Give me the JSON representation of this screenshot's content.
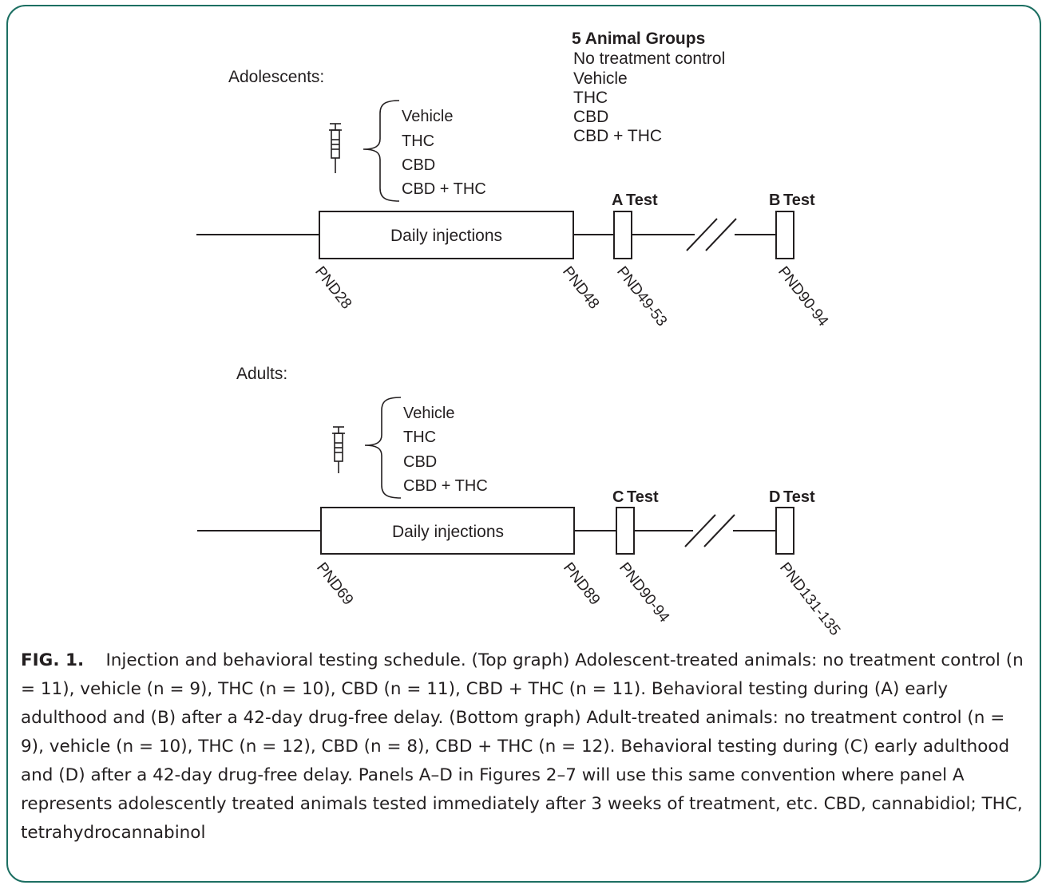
{
  "groups_box": {
    "title": "5 Animal Groups",
    "items": [
      "No treatment control",
      "Vehicle",
      "THC",
      "CBD",
      "CBD + THC"
    ]
  },
  "adolescents": {
    "heading": "Adolescents:",
    "treatments": [
      "Vehicle",
      "THC",
      "CBD",
      "CBD + THC"
    ],
    "bar_label": "Daily injections",
    "test_letters": [
      "A",
      "B"
    ],
    "test_label": "Test",
    "pnd_labels": [
      "PND28",
      "PND48",
      "PND49-53",
      "PND90-94"
    ]
  },
  "adults": {
    "heading": "Adults:",
    "treatments": [
      "Vehicle",
      "THC",
      "CBD",
      "CBD + THC"
    ],
    "bar_label": "Daily injections",
    "test_letters": [
      "C",
      "D"
    ],
    "test_label": "Test",
    "pnd_labels": [
      "PND69",
      "PND89",
      "PND90-94",
      "PND131-135"
    ]
  },
  "caption": {
    "fig_label": "FIG. 1.",
    "title": "Injection and behavioral testing schedule.",
    "top_graph": "(Top graph) Adolescent-treated animals: no treatment control (n = 11), vehicle (n = 9), THC (n = 10), CBD (n = 11), CBD + THC (n = 11). Behavioral testing during (A) early adulthood and (B) after a 42-day drug-free delay.",
    "bottom_graph": "(Bottom graph) Adult-treated animals: no treatment control (n = 9), vehicle (n = 10), THC (n = 12), CBD (n = 8), CBD + THC (n = 12). Behavioral testing during (C) early adulthood and (D) after a 42-day drug-free delay.",
    "convention": "Panels A–D in Figures 2–7 will use this same convention where panel A represents adolescently treated animals tested immediately after 3 weeks of treatment, etc.",
    "abbreviations": "CBD, cannabidiol; THC, tetrahydrocannabinol"
  }
}
